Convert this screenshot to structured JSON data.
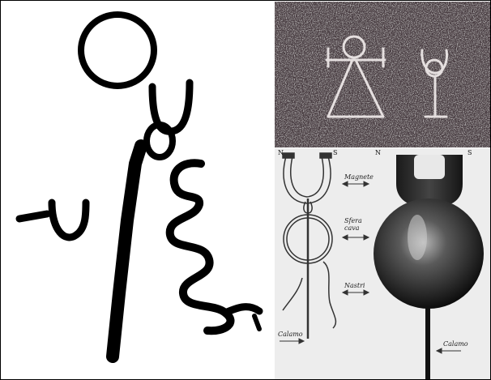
{
  "figure": {
    "panels": [
      {
        "id": "glyph-drawing",
        "description_label": ""
      },
      {
        "id": "rock-carving",
        "description_label": ""
      },
      {
        "id": "magnet-apparatus"
      }
    ],
    "apparatus_labels": {
      "magnete": "Magnete",
      "sfera_cava": "Sfera\ncava",
      "nastri": "Nastri",
      "calamo_left": "Calamo",
      "calamo_right": "Calamo",
      "north_left": "N",
      "south_left": "S",
      "north_right": "N",
      "south_right": "S"
    },
    "colors": {
      "ink": "#000000",
      "rock": "#4a3d42",
      "chalk": "#ece6e6",
      "photo_bg": "#e8e8e8"
    }
  }
}
